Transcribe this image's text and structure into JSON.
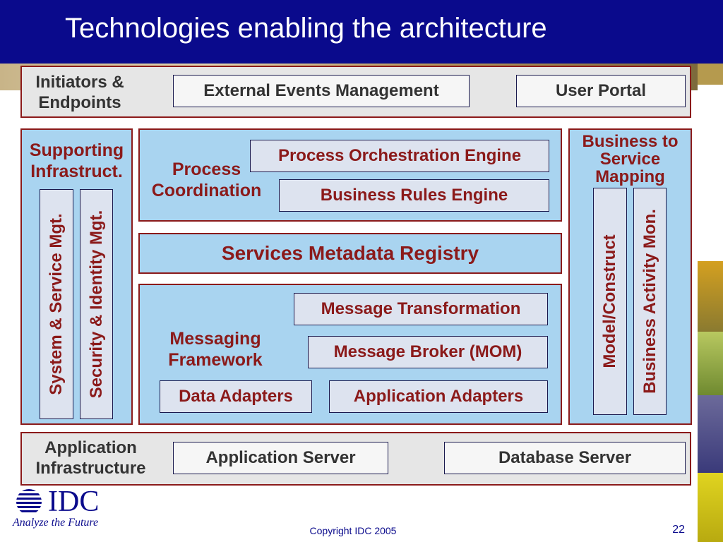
{
  "slide": {
    "title": "Technologies enabling the architecture",
    "copyright": "Copyright IDC 2005",
    "page_number": "22"
  },
  "logo": {
    "name": "IDC",
    "tagline": "Analyze the Future"
  },
  "initiators": {
    "label": "Initiators &\nEndpoints",
    "external_events": "External Events Management",
    "user_portal": "User Portal"
  },
  "supporting": {
    "label": "Supporting\nInfrastruct.",
    "system_mgt": "System & Service Mgt.",
    "security_mgt": "Security & Identity Mgt."
  },
  "process": {
    "label": "Process\nCoordination",
    "orchestration": "Process Orchestration Engine",
    "rules": "Business Rules Engine"
  },
  "registry": "Services Metadata Registry",
  "messaging": {
    "label": "Messaging\nFramework",
    "transformation": "Message Transformation",
    "broker": "Message Broker (MOM)",
    "data_adapters": "Data Adapters",
    "app_adapters": "Application Adapters"
  },
  "mapping": {
    "label": "Business to\nService\nMapping",
    "model": "Model/Construct",
    "bam": "Business Activity Mon."
  },
  "infrastructure": {
    "label": "Application\nInfrastructure",
    "app_server": "Application Server",
    "db_server": "Database Server"
  },
  "colors": {
    "title_bar": "#0a0a8c",
    "section_border": "#8b1a1a",
    "section_blue": "#a9d4f0",
    "section_grey": "#e6e6e6",
    "box_fill": "#dde3ef"
  }
}
